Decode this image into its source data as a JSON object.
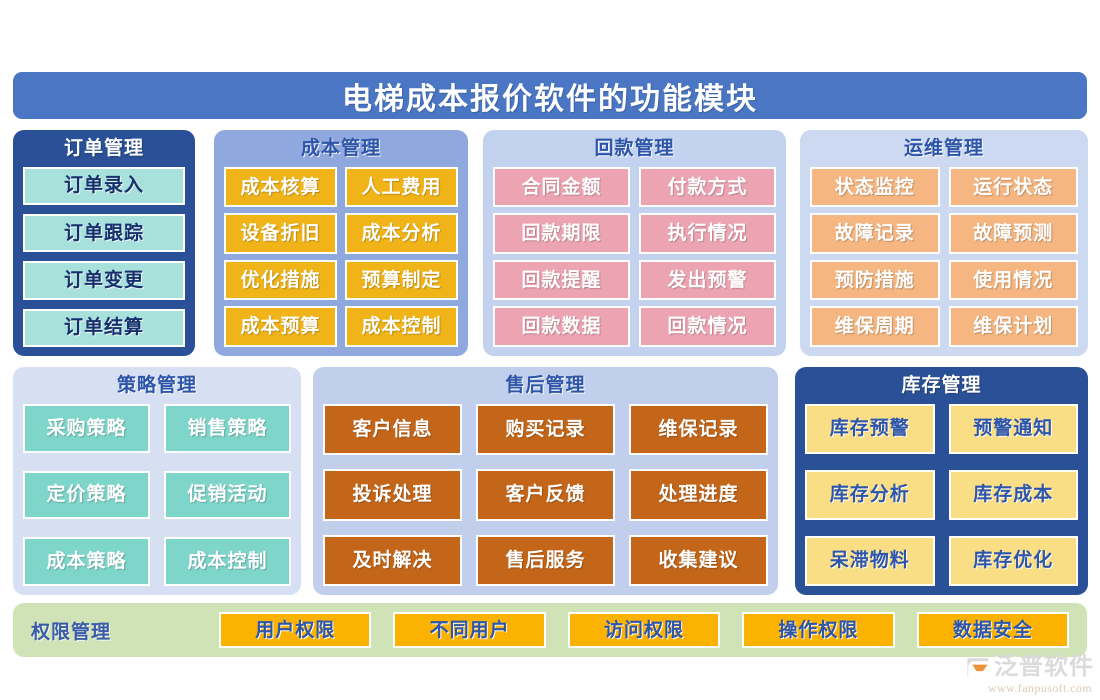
{
  "header": {
    "title": "电梯成本报价软件的功能模块"
  },
  "panels": [
    {
      "id": "order",
      "title": "订单管理",
      "items": [
        "订单录入",
        "订单跟踪",
        "订单变更",
        "订单结算"
      ]
    },
    {
      "id": "cost",
      "title": "成本管理",
      "items": [
        "成本核算",
        "人工费用",
        "设备折旧",
        "成本分析",
        "优化措施",
        "预算制定",
        "成本预算",
        "成本控制"
      ]
    },
    {
      "id": "payment",
      "title": "回款管理",
      "items": [
        "合同金额",
        "付款方式",
        "回款期限",
        "执行情况",
        "回款提醒",
        "发出预警",
        "回款数据",
        "回款情况"
      ]
    },
    {
      "id": "ops",
      "title": "运维管理",
      "items": [
        "状态监控",
        "运行状态",
        "故障记录",
        "故障预测",
        "预防措施",
        "使用情况",
        "维保周期",
        "维保计划"
      ]
    },
    {
      "id": "strategy",
      "title": "策略管理",
      "items": [
        "采购策略",
        "销售策略",
        "定价策略",
        "促销活动",
        "成本策略",
        "成本控制"
      ]
    },
    {
      "id": "after",
      "title": "售后管理",
      "items": [
        "客户信息",
        "购买记录",
        "维保记录",
        "投诉处理",
        "客户反馈",
        "处理进度",
        "及时解决",
        "售后服务",
        "收集建议"
      ]
    },
    {
      "id": "stock",
      "title": "库存管理",
      "items": [
        "库存预警",
        "预警通知",
        "库存分析",
        "库存成本",
        "呆滞物料",
        "库存优化"
      ]
    }
  ],
  "permissions": {
    "label": "权限管理",
    "items": [
      "用户权限",
      "不同用户",
      "访问权限",
      "操作权限",
      "数据安全"
    ]
  },
  "watermark": {
    "name": "泛普软件",
    "url": "www.fanpusoft.com"
  },
  "colors": {
    "title_bar": "#4a76c4",
    "order_panel": "#2a5197",
    "order_chip": "#a8e0dc",
    "cost_panel": "#8fa8dd",
    "cost_chip": "#f0b418",
    "payment_panel": "#c3d3ef",
    "payment_chip": "#eda4b2",
    "ops_panel": "#ccd9f1",
    "ops_chip": "#f5b681",
    "strategy_panel": "#d7e0f3",
    "strategy_chip": "#7ed5ca",
    "after_panel": "#c1cfec",
    "after_chip": "#c4661a",
    "stock_panel": "#2a5197",
    "stock_chip": "#fade85",
    "permission_bar": "#cfe3b6",
    "permission_chip": "#fcb200"
  }
}
